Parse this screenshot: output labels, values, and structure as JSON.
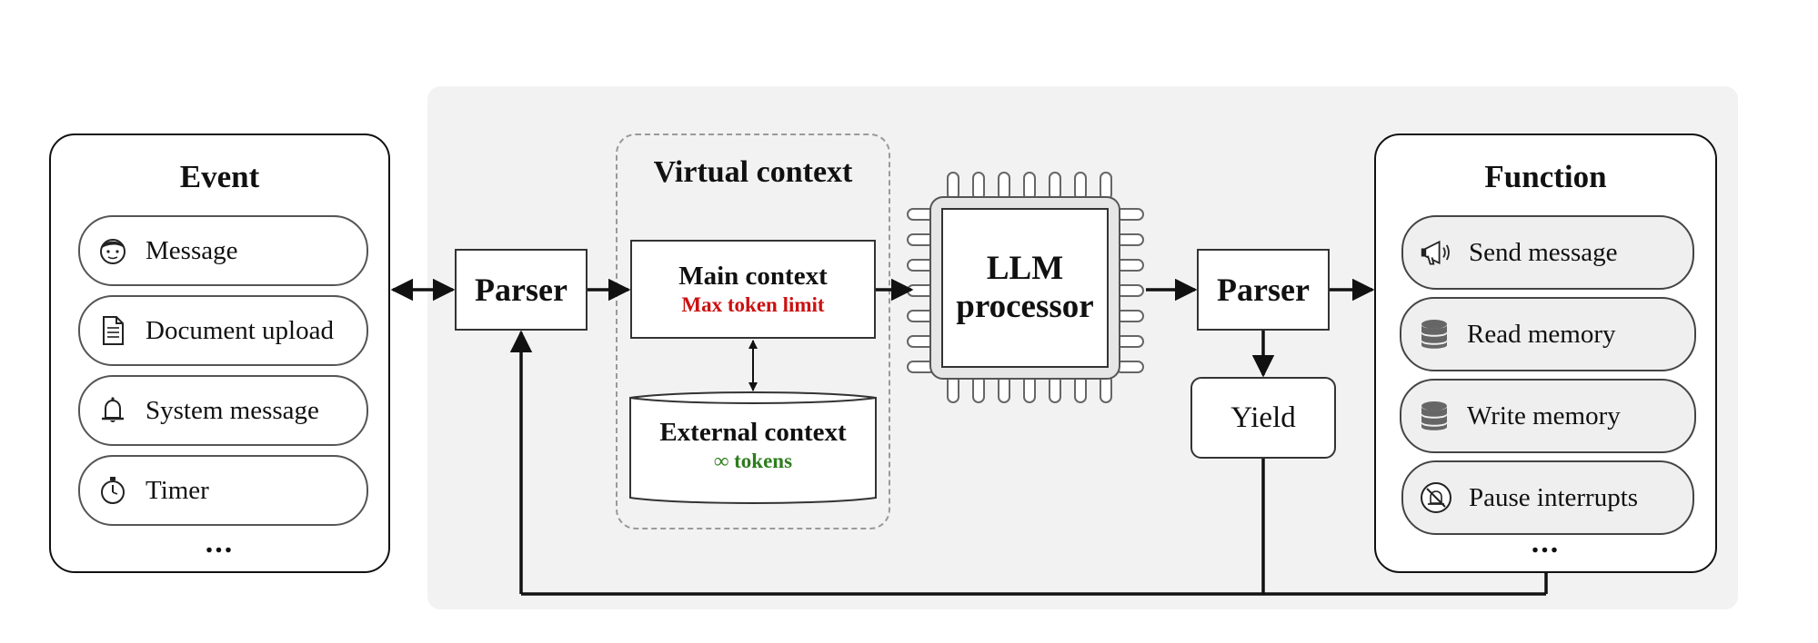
{
  "event": {
    "title": "Event",
    "items": [
      {
        "label": "Message",
        "icon": "face-icon"
      },
      {
        "label": "Document upload",
        "icon": "document-icon"
      },
      {
        "label": "System message",
        "icon": "bell-icon"
      },
      {
        "label": "Timer",
        "icon": "stopwatch-icon"
      }
    ],
    "more": "..."
  },
  "parser_left": "Parser",
  "virtual_context": {
    "title": "Virtual context",
    "main": {
      "title": "Main context",
      "subtitle": "Max token limit"
    },
    "external": {
      "title": "External context",
      "subtitle": "∞ tokens"
    }
  },
  "llm": {
    "line1": "LLM",
    "line2": "processor"
  },
  "parser_right": "Parser",
  "yield": "Yield",
  "function": {
    "title": "Function",
    "items": [
      {
        "label": "Send message",
        "icon": "megaphone-icon"
      },
      {
        "label": "Read memory",
        "icon": "database-icon"
      },
      {
        "label": "Write memory",
        "icon": "database-icon"
      },
      {
        "label": "Pause interrupts",
        "icon": "bell-off-icon"
      }
    ],
    "more": "..."
  },
  "colors": {
    "token_limit": "#cc1111",
    "tokens_inf": "#2e7d1e",
    "background_panel": "#f2f2f2"
  }
}
